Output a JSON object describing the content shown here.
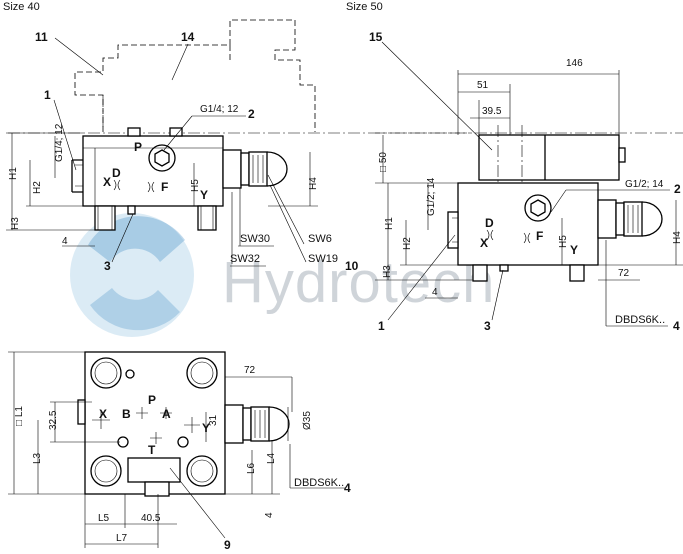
{
  "headers": {
    "left": "Size 40",
    "right": "Size 50"
  },
  "callouts": {
    "c1": "1",
    "c2": "2",
    "c3": "3",
    "c4": "4",
    "c9": "9",
    "c10": "10",
    "c11": "11",
    "c14": "14",
    "c15": "15"
  },
  "ports": {
    "P": "P",
    "X": "X",
    "D": "D",
    "F": "F",
    "Y": "Y",
    "A": "A",
    "B": "B",
    "T": "T"
  },
  "dimensions": {
    "d146": "146",
    "d51": "51",
    "d39_5": "39.5",
    "d72": "72",
    "d4": "4",
    "d32_5": "32.5",
    "d31": "31",
    "d40_5": "40.5",
    "d35": "Ø35",
    "d50": "□ 50",
    "L1": "□ L1"
  },
  "labels": {
    "H1": "H1",
    "H2": "H2",
    "H3": "H3",
    "H4": "H4",
    "H5": "H5",
    "L3": "L3",
    "L4": "L4",
    "L5": "L5",
    "L6": "L6",
    "L7": "L7",
    "G14_12": "G1/4; 12",
    "G12_14": "G1/2; 14",
    "SW30": "SW30",
    "SW32": "SW32",
    "SW6": "SW6",
    "SW19": "SW19",
    "DBDS": "DBDS6K.."
  },
  "watermark": "Hydrotech"
}
